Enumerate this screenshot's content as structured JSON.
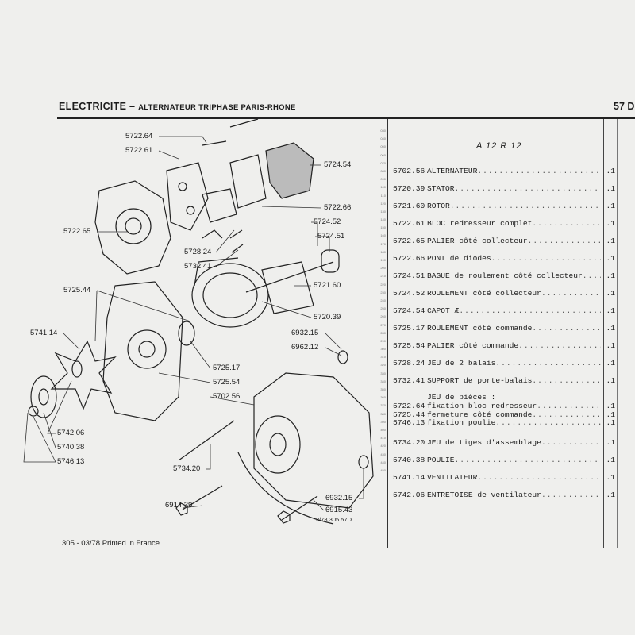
{
  "header": {
    "section": "ELECTRICITE",
    "separator": "–",
    "subtitle": "ALTERNATEUR TRIPHASE PARIS-RHONE",
    "page": "57 D"
  },
  "model": "A 12 R 12",
  "ruler": {
    "start": 30,
    "end": 450,
    "step": 10
  },
  "parts": [
    {
      "ref": "5702.56",
      "desc": "ALTERNATEUR",
      "qty": ".1"
    },
    {
      "ref": "5720.39",
      "desc": "STATOR",
      "qty": ".1"
    },
    {
      "ref": "5721.60",
      "desc": "ROTOR",
      "qty": ".1"
    },
    {
      "ref": "5722.61",
      "desc": "BLOC redresseur complet",
      "qty": ".1"
    },
    {
      "ref": "5722.65",
      "desc": "PALIER côté collecteur",
      "qty": ".1"
    },
    {
      "ref": "5722.66",
      "desc": "PONT de diodes",
      "qty": ".1"
    },
    {
      "ref": "5724.51",
      "desc": "BAGUE de roulement côté collecteur",
      "qty": ".1"
    },
    {
      "ref": "5724.52",
      "desc": "ROULEMENT côté collecteur",
      "qty": ".1"
    },
    {
      "ref": "5724.54",
      "desc": "CAPOT Æ",
      "qty": ".1"
    },
    {
      "ref": "5725.17",
      "desc": "ROULEMENT côté commande",
      "qty": ".1"
    },
    {
      "ref": "5725.54",
      "desc": "PALIER côté commande",
      "qty": ".1"
    },
    {
      "ref": "5728.24",
      "desc": "JEU de 2 balais",
      "qty": ".1"
    },
    {
      "ref": "5732.41",
      "desc": "SUPPORT de porte-balais",
      "qty": ".1"
    }
  ],
  "kit": {
    "heading": "JEU de pièces :",
    "items": [
      {
        "ref": "5722.64",
        "desc": " fixation bloc redresseur",
        "qty": ".1"
      },
      {
        "ref": "5725.44",
        "desc": " fermeture côté commande",
        "qty": ".1"
      },
      {
        "ref": "5746.13",
        "desc": " fixation poulie",
        "qty": ".1"
      }
    ]
  },
  "parts2": [
    {
      "ref": "5734.20",
      "desc": "JEU de tiges d'assemblage",
      "qty": ".1"
    },
    {
      "ref": "5740.38",
      "desc": "POULIE",
      "qty": ".1"
    },
    {
      "ref": "5741.14",
      "desc": "VENTILATEUR",
      "qty": ".1"
    },
    {
      "ref": "5742.06",
      "desc": "ENTRETOISE de ventilateur",
      "qty": ".1"
    }
  ],
  "callouts": [
    "5722.64",
    "5722.61",
    "5724.54",
    "5722.66",
    "5724.52",
    "5724.51",
    "5722.65",
    "5728.24",
    "5732.41",
    "5725.44",
    "5721.60",
    "5720.39",
    "5741.14",
    "6932.15",
    "6962.12",
    "5725.17",
    "5725.54",
    "5702.56",
    "5742.06",
    "5740.38",
    "5746.13",
    "5734.20",
    "6914.39",
    "6932.15",
    "6915.43"
  ],
  "drawing_code": "3/78 305 57D",
  "footer": {
    "code": "305 - 03/78",
    "printed": "Printed in France"
  }
}
